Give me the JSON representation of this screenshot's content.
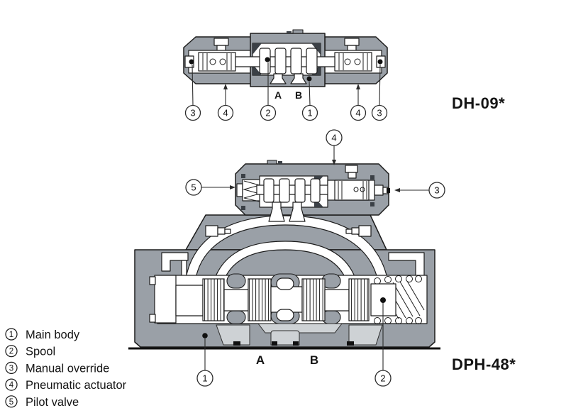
{
  "colors": {
    "body": "#9aa0a7",
    "light": "#ced2d5",
    "outline": "#1c1c1c",
    "leader": "#2b2b2b"
  },
  "dh09": {
    "title": "DH-09*",
    "port_a": "A",
    "port_b": "B",
    "callouts": [
      "3",
      "4",
      "2",
      "1",
      "4",
      "3"
    ]
  },
  "dph48": {
    "title": "DPH-48*",
    "port_a": "A",
    "port_b": "B",
    "callouts": [
      "4",
      "5",
      "3",
      "1",
      "2"
    ]
  },
  "legend": {
    "items": [
      {
        "num": "1",
        "label": "Main body"
      },
      {
        "num": "2",
        "label": "Spool"
      },
      {
        "num": "3",
        "label": "Manual override"
      },
      {
        "num": "4",
        "label": "Pneumatic actuator"
      },
      {
        "num": "5",
        "label": "Pilot valve"
      }
    ]
  }
}
